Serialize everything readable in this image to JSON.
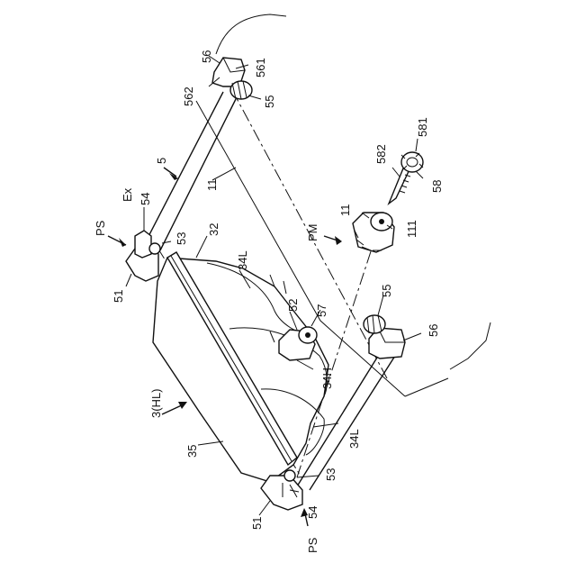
{
  "labels": {
    "l56a": "56",
    "l561": "561",
    "l562": "562",
    "l55a": "55",
    "l5": "5",
    "lEx": "Ex",
    "l54a": "54",
    "lPSa": "PS",
    "l53a": "53",
    "l51a": "51",
    "l32": "32",
    "l34La": "34L",
    "l11a": "11",
    "l581": "581",
    "l582": "582",
    "l58": "58",
    "l11b": "11",
    "lPM": "PM",
    "l111": "111",
    "l52": "52",
    "l57": "57",
    "l55b": "55",
    "l56b": "56",
    "l34H": "34H",
    "l3HL": "3(HL)",
    "l35": "35",
    "l34Lb": "34L",
    "l53b": "53",
    "l51b": "51",
    "l54b": "54",
    "lPSb": "PS"
  }
}
